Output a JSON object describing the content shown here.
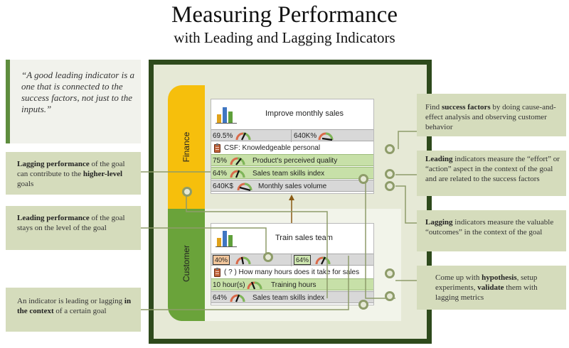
{
  "header": {
    "title": "Measuring Performance",
    "subtitle": "with Leading and Lagging Indicators"
  },
  "quote": {
    "text": "“A good leading indicator is a one that is connected to the success factors, not just to the inputs.”"
  },
  "left_notes": [
    {
      "pre": "",
      "bold1": "Lagging performance",
      "mid": " of the goal can contribute to the ",
      "bold2": "higher-level",
      "post": " goals"
    },
    {
      "pre": "",
      "bold1": "Leading performance",
      "mid": " of the goal stays on the level of the goal",
      "bold2": "",
      "post": ""
    },
    {
      "pre": "An indicator is leading or lagging ",
      "bold1": "in the context",
      "mid": " of a certain goal",
      "bold2": "",
      "post": ""
    }
  ],
  "right_notes": [
    {
      "pre": "Find ",
      "bold1": "success factors",
      "mid": " by doing cause-and-effect analysis and observing customer behavior",
      "bold2": "",
      "post": ""
    },
    {
      "pre": "",
      "bold1": "Leading",
      "mid": " indicators measure the “effort” or “action” aspect in the context of the goal and are related to the success factors",
      "bold2": "",
      "post": ""
    },
    {
      "pre": "",
      "bold1": "Lagging",
      "mid": " indicators measure the valuable “outcomes” in the context of the goal",
      "bold2": "",
      "post": ""
    },
    {
      "pre": "Come up with ",
      "bold1": "hypothesis",
      "mid": ", setup experiments, ",
      "bold2": "validate",
      "post": " them with lagging metrics"
    }
  ],
  "perspectives": {
    "finance": "Finance",
    "customer": "Customer"
  },
  "finance_card": {
    "title": "Improve monthly sales",
    "kpi_left": "69.5%",
    "kpi_right": "640K%",
    "csf": "CSF: Knowledgeable personal",
    "rows": [
      {
        "value": "75%",
        "label": "Product's perceived quality"
      },
      {
        "value": "64%",
        "label": "Sales team skills index"
      },
      {
        "value": "640K$",
        "label": "Monthly sales volume"
      }
    ]
  },
  "customer_card": {
    "title": "Train sales team",
    "kpi_left": "40%",
    "kpi_right": "64%",
    "question": "( ? ) How many hours does it take for sales",
    "rows": [
      {
        "value": "10 hour(s)",
        "label": "Training hours"
      },
      {
        "value": "64%",
        "label": "Sales team skills index"
      }
    ]
  },
  "colors": {
    "frame": "#2e4a1c",
    "finance": "#f6bf0c",
    "customer": "#6aa33a",
    "note_bg": "#d5dcbc",
    "connector": "#8e9c6a",
    "arrow": "#8a5a14"
  },
  "icons": [
    "bar-chart-icon",
    "gauge-icon",
    "clipboard-icon",
    "connector-ring-icon"
  ]
}
